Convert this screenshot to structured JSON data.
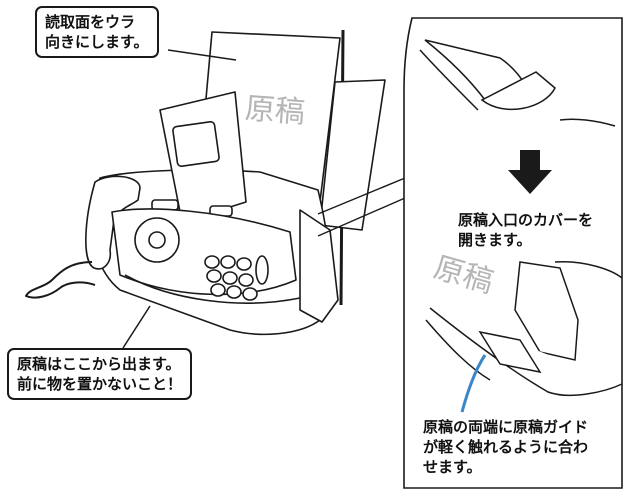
{
  "callouts": {
    "flip_paper": [
      "読取面をウラ",
      "向きにします。"
    ],
    "output_warning": [
      "原稿はここから出ます。",
      "前に物を置かないこと！"
    ]
  },
  "labels": {
    "document_on_fax": "原稿",
    "document_inset": "原稿",
    "open_cover": [
      "原稿入口のカバーを",
      "開きます。"
    ],
    "adjust_guides": [
      "原稿の両端に原稿ガイド",
      "が軽く触れるように合わ",
      "せます。"
    ]
  },
  "colors": {
    "line": "#1a1a1a",
    "paper_text": "#b5b5b5",
    "guide_line": "#3a86c8"
  }
}
